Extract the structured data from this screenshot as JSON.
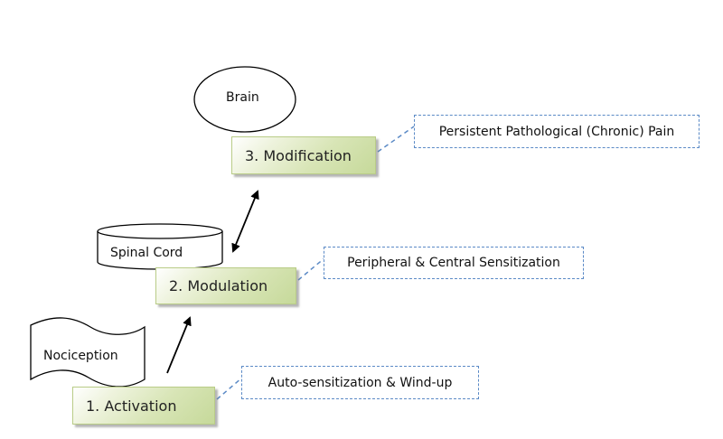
{
  "diagram": {
    "stages": [
      {
        "id": "activation",
        "label": "1. Activation",
        "context": "Nociception",
        "note": "Auto-sensitization & Wind-up"
      },
      {
        "id": "modulation",
        "label": "2. Modulation",
        "context": "Spinal Cord",
        "note": "Peripheral & Central Sensitization"
      },
      {
        "id": "modification",
        "label": "3. Modification",
        "context": "Brain",
        "note": "Persistent Pathological (Chronic) Pain"
      }
    ],
    "arrows": [
      {
        "from": "activation",
        "to": "modulation",
        "type": "single"
      },
      {
        "from": "modulation",
        "to": "modification",
        "type": "double"
      }
    ],
    "colors": {
      "stage_fill": "#d8e5b6",
      "stage_border": "#b9cc87",
      "note_border": "#5b8ac6",
      "shape_stroke": "#000000"
    }
  }
}
